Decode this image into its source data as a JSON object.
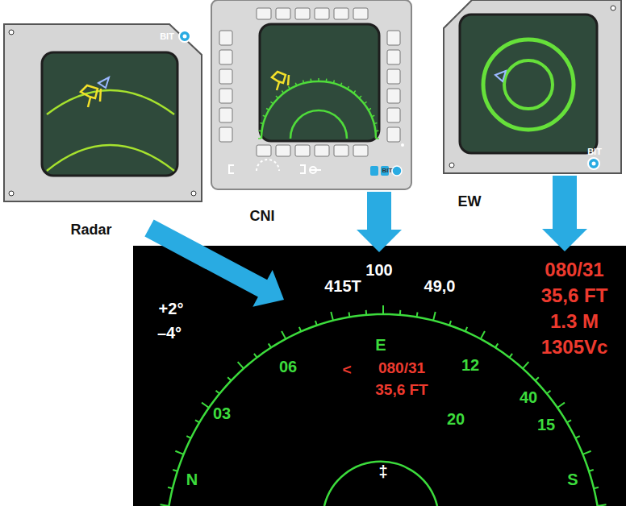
{
  "diagram": {
    "nodes": [
      {
        "text": [
          "BIT",
          "Radar"
        ]
      },
      {
        "text": [
          "BIT",
          "CNI"
        ]
      },
      {
        "text": [
          "BIT",
          "EW"
        ]
      },
      {
        "text": [
          "100",
          "415T",
          "49,0",
          "+2°",
          "–4°",
          "080/31",
          "35,6 FT",
          "1.3 M",
          "1305Vc",
          "06",
          "E",
          "12",
          "<",
          "080/31",
          "35,6 FT",
          "03",
          "40",
          "20",
          "15",
          "N",
          "‡",
          "S"
        ]
      }
    ],
    "edges": [
      {
        "from": 0,
        "to": 3,
        "arrow": "to"
      },
      {
        "from": 1,
        "to": 3,
        "arrow": "to"
      },
      {
        "from": 2,
        "to": 3,
        "arrow": "to"
      }
    ]
  }
}
